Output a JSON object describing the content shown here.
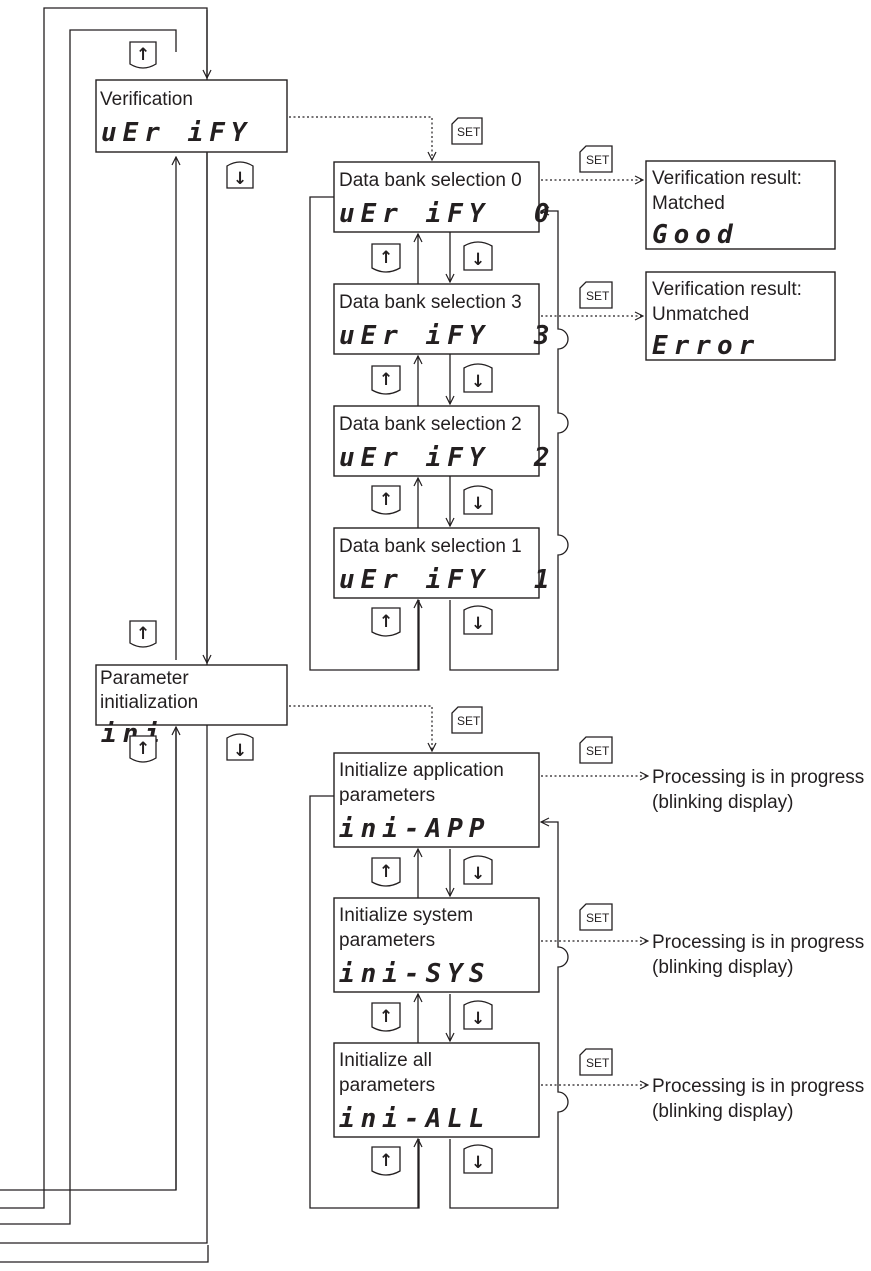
{
  "mode_verify": {
    "label": "Verification",
    "display": "uEr iFY"
  },
  "mode_init": {
    "label_line1": "Parameter",
    "label_line2": "initialization",
    "display": "ini"
  },
  "verify_banks": [
    {
      "label": "Data bank selection 0",
      "display": "uEr iFY  0"
    },
    {
      "label": "Data bank selection 3",
      "display": "uEr iFY  3"
    },
    {
      "label": "Data bank selection 2",
      "display": "uEr iFY  2"
    },
    {
      "label": "Data bank selection 1",
      "display": "uEr iFY  1"
    }
  ],
  "verify_results": [
    {
      "line1": "Verification result:",
      "line2": "Matched",
      "display": "Good"
    },
    {
      "line1": "Verification result:",
      "line2": "Unmatched",
      "display": "Error"
    }
  ],
  "init_items": [
    {
      "line1": "Initialize application",
      "line2": "parameters",
      "display": "ini-APP"
    },
    {
      "line1": "Initialize system",
      "line2": "parameters",
      "display": "ini-SYS"
    },
    {
      "line1": "Initialize all",
      "line2": "parameters",
      "display": "ini-ALL"
    }
  ],
  "processing": {
    "line1": "Processing is in progress",
    "line2": "(blinking display)"
  },
  "keys": {
    "set": "SET",
    "up_icon": "up-arrow-key-icon",
    "down_icon": "down-arrow-key-icon"
  },
  "colors": {
    "ink": "#231f20",
    "background": "#ffffff"
  }
}
